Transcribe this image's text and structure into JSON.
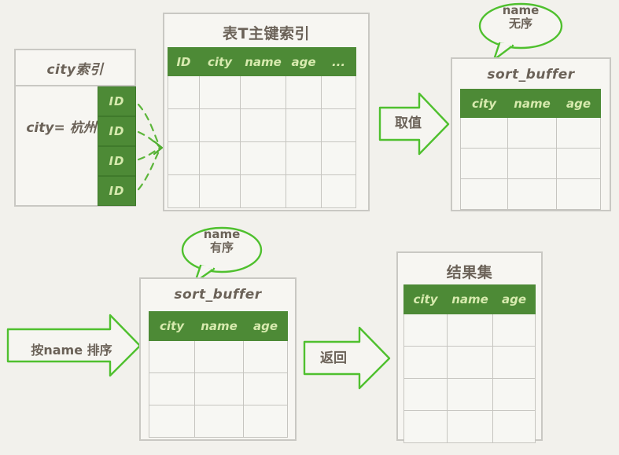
{
  "diagram": {
    "title_semantics": "MySQL order-by sort_buffer flow",
    "background_color": "#f2f1ec",
    "accent_green": "#4d8a36",
    "header_text_color": "#d7eaae",
    "arrow_color": "#5cc13a",
    "ink_color": "#6b6258"
  },
  "city_index": {
    "title": "city索引",
    "condition": "city=\n杭州",
    "id_cells": [
      "ID",
      "ID",
      "ID",
      "ID"
    ]
  },
  "table_t": {
    "title": "表T主键索引",
    "columns": [
      "ID",
      "city",
      "name",
      "age",
      "..."
    ],
    "body_rows": 4
  },
  "sort_buffer_top": {
    "title": "sort_buffer",
    "columns": [
      "city",
      "name",
      "age"
    ],
    "body_rows": 3,
    "bubble": "name\n无序"
  },
  "sort_buffer_bottom": {
    "title": "sort_buffer",
    "columns": [
      "city",
      "name",
      "age"
    ],
    "body_rows": 3,
    "bubble": "name\n有序"
  },
  "result_set": {
    "title": "结果集",
    "columns": [
      "city",
      "name",
      "age"
    ],
    "body_rows": 4
  },
  "arrows": {
    "fetch": "取值",
    "sort_by_name": "按name 排序",
    "return": "返回"
  }
}
